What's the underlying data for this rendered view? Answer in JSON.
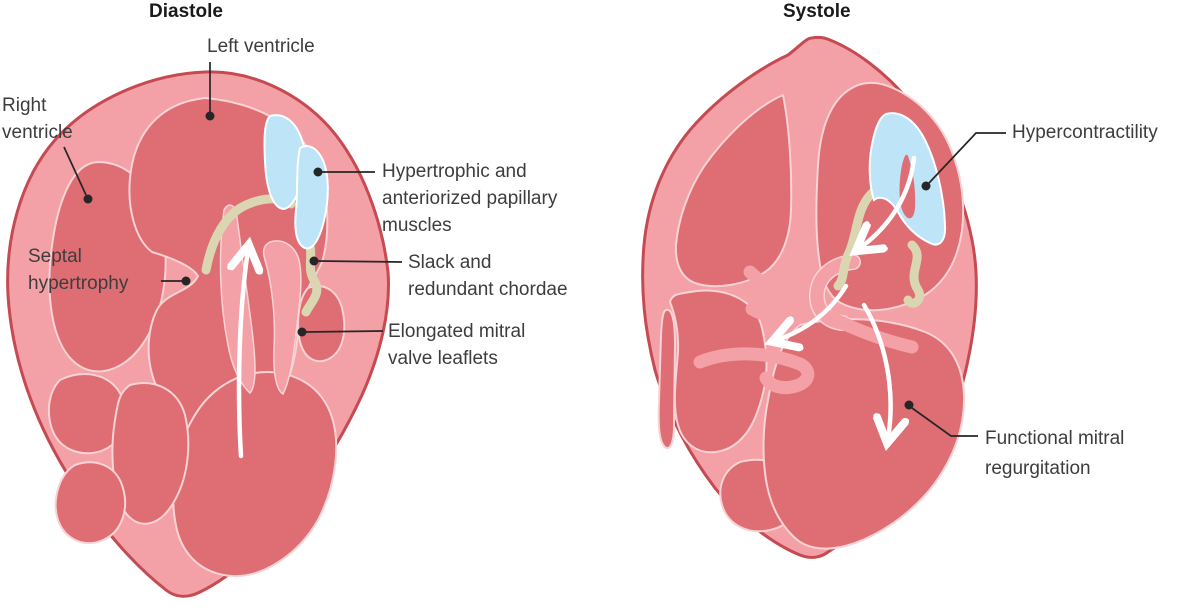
{
  "figure_type": "medical-diagram-heart-cross-sections",
  "titles": {
    "left": "Diastole",
    "right": "Systole"
  },
  "annotations": {
    "left_ventricle": {
      "lines": [
        "Left ventricle"
      ]
    },
    "right_ventricle": {
      "lines": [
        "Right",
        "ventricle"
      ]
    },
    "septal_hypertrophy": {
      "lines": [
        "Septal",
        "hypertrophy"
      ]
    },
    "papillary_muscles": {
      "lines": [
        "Hypertrophic and",
        "anteriorized papillary",
        "muscles"
      ]
    },
    "slack_chordae": {
      "lines": [
        "Slack and",
        "redundant chordae"
      ]
    },
    "mitral_leaflets": {
      "lines": [
        "Elongated mitral",
        "valve leaflets"
      ]
    },
    "hypercontractility": {
      "lines": [
        "Hypercontractility"
      ]
    },
    "functional_mr": {
      "lines": [
        "Functional mitral",
        "regurgitation"
      ]
    }
  },
  "colors": {
    "background": "#FFFFFF",
    "wall_pink": "#F3A1A6",
    "outline_red": "#C64A52",
    "chamber_red": "#DE6E74",
    "chamber_rim": "#F7D3D5",
    "papillary_blue": "#BEE4F8",
    "papillary_rim": "#FFFFFF",
    "chordae_beige": "#DAD6B2",
    "flow_arrow": "#FFFFFF",
    "annotation_ink": "#262626",
    "label_text": "#3D3D3D",
    "title_text": "#1A1A1A"
  }
}
